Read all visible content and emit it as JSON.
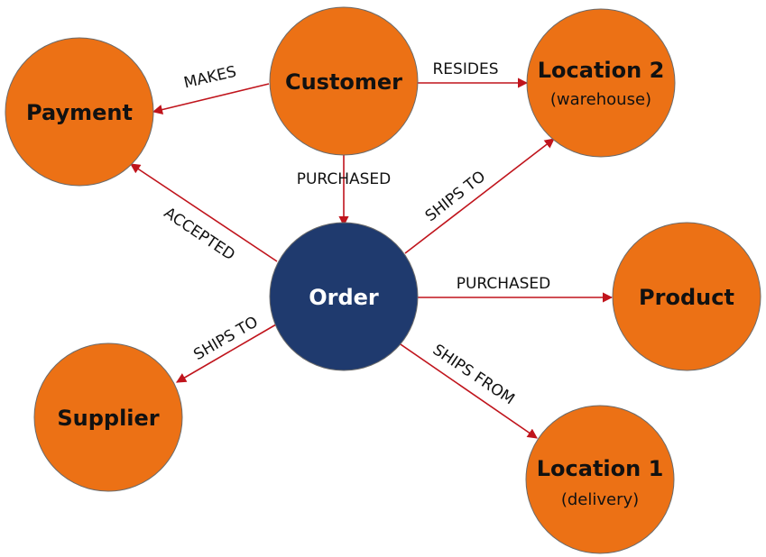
{
  "colors": {
    "node_fill": "#ec7115",
    "node_stroke": "#6b6b6b",
    "center_fill": "#1f3a6e",
    "arrow": "#c0141c"
  },
  "nodes": {
    "customer": {
      "label": "Customer"
    },
    "payment": {
      "label": "Payment"
    },
    "location2": {
      "label": "Location 2",
      "sub": "(warehouse)"
    },
    "order": {
      "label": "Order"
    },
    "product": {
      "label": "Product"
    },
    "supplier": {
      "label": "Supplier"
    },
    "location1": {
      "label": "Location 1",
      "sub": "(delivery)"
    }
  },
  "edges": {
    "makes": "MAKES",
    "resides": "RESIDES",
    "purchased_customer": "PURCHASED",
    "accepted": "ACCEPTED",
    "ships_to_location2": "SHIPS TO",
    "purchased_product": "PURCHASED",
    "ships_to_supplier": "SHIPS TO",
    "ships_from": "SHIPS FROM"
  }
}
